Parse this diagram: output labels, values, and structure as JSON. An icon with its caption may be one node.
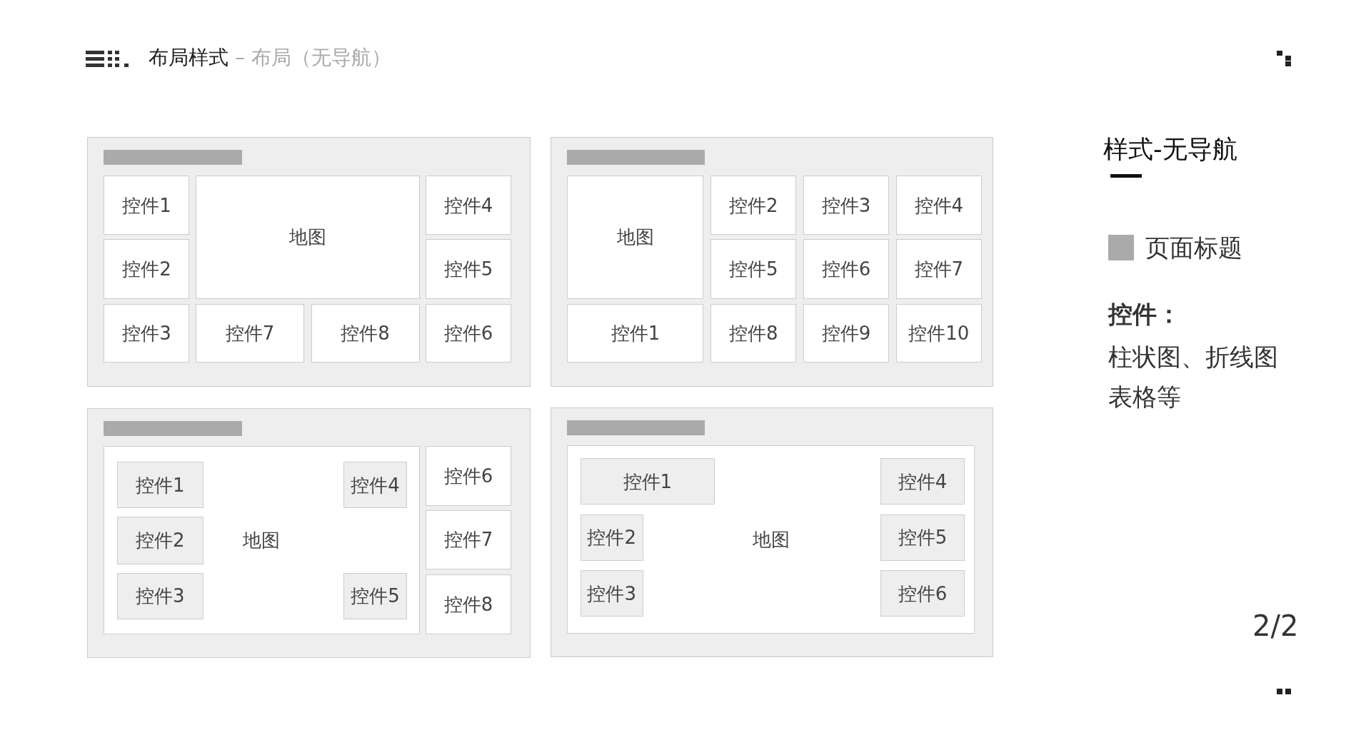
{
  "diagram": {
    "title": "**布局样式** – 布局（无导航）",
    "nodes": [
      {
        "text": [],
        "shape": "box"
      },
      {
        "text": [],
        "shape": "bar",
        "in": 0
      },
      {
        "text": [
          "控件1"
        ],
        "in": 0
      },
      {
        "text": [
          "地图"
        ],
        "in": 0
      },
      {
        "text": [
          "控件4"
        ],
        "in": 0
      },
      {
        "text": [
          "控件2"
        ],
        "in": 0
      },
      {
        "text": [
          "控件5"
        ],
        "in": 0
      },
      {
        "text": [
          "控件3"
        ],
        "in": 0
      },
      {
        "text": [
          "控件7"
        ],
        "in": 0
      },
      {
        "text": [
          "控件8"
        ],
        "in": 0
      },
      {
        "text": [
          "控件6"
        ],
        "in": 0
      },
      {
        "text": [],
        "shape": "box"
      },
      {
        "text": [],
        "shape": "bar",
        "in": 11
      },
      {
        "text": [
          "地图"
        ],
        "in": 11
      },
      {
        "text": [
          "控件2"
        ],
        "in": 11
      },
      {
        "text": [
          "控件3"
        ],
        "in": 11
      },
      {
        "text": [
          "控件4"
        ],
        "in": 11
      },
      {
        "text": [
          "控件5"
        ],
        "in": 11
      },
      {
        "text": [
          "控件6"
        ],
        "in": 11
      },
      {
        "text": [
          "控件7"
        ],
        "in": 11
      },
      {
        "text": [
          "控件1"
        ],
        "in": 11
      },
      {
        "text": [
          "控件8"
        ],
        "in": 11
      },
      {
        "text": [
          "控件9"
        ],
        "in": 11
      },
      {
        "text": [
          "控件10"
        ],
        "in": 11
      },
      {
        "text": [],
        "shape": "box"
      },
      {
        "text": [],
        "shape": "bar",
        "in": 24
      },
      {
        "text": [
          "地图"
        ],
        "in": 24
      },
      {
        "text": [
          "控件1"
        ],
        "in": 26
      },
      {
        "text": [
          "控件4"
        ],
        "in": 26
      },
      {
        "text": [
          "控件2"
        ],
        "in": 26
      },
      {
        "text": [
          "控件3"
        ],
        "in": 26
      },
      {
        "text": [
          "控件5"
        ],
        "in": 26
      },
      {
        "text": [
          "控件6"
        ],
        "in": 24
      },
      {
        "text": [
          "控件7"
        ],
        "in": 24
      },
      {
        "text": [
          "控件8"
        ],
        "in": 24
      },
      {
        "text": [],
        "shape": "box"
      },
      {
        "text": [],
        "shape": "bar",
        "in": 35
      },
      {
        "text": [
          "地图"
        ],
        "in": 35
      },
      {
        "text": [
          "控件1"
        ],
        "in": 37
      },
      {
        "text": [
          "控件4"
        ],
        "in": 37
      },
      {
        "text": [
          "控件2"
        ],
        "in": 37
      },
      {
        "text": [
          "控件5"
        ],
        "in": 37
      },
      {
        "text": [
          "控件3"
        ],
        "in": 37
      },
      {
        "text": [
          "控件6"
        ],
        "in": 37
      }
    ],
    "labels": [
      "样式-无导航",
      "控件：",
      "柱状图、折线图表格等",
      "2/2"
    ],
    "legend": [
      {
        "text": "页面标题",
        "color": "#aaaaaa"
      }
    ]
  }
}
